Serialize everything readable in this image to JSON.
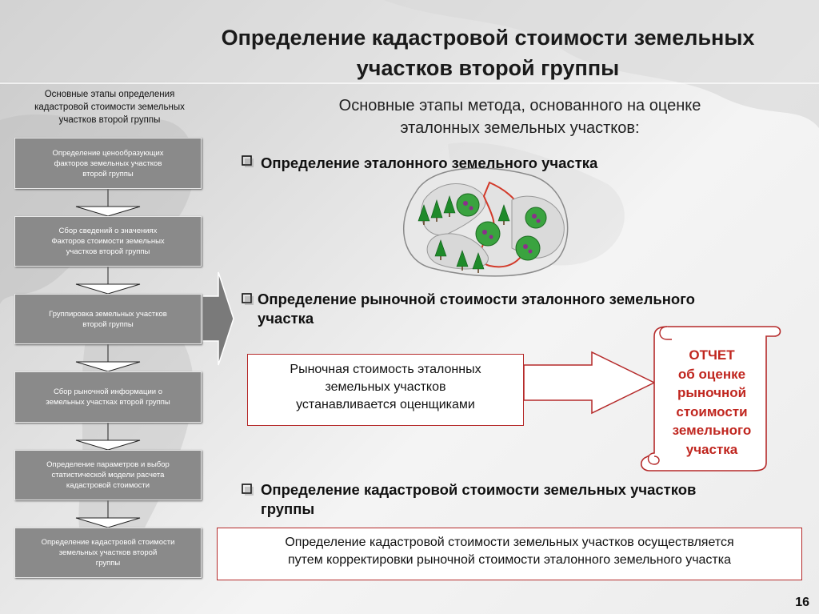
{
  "title": {
    "line1": "Определение кадастровой стоимости земельных",
    "line2": "участков второй группы"
  },
  "left_panel": {
    "heading_line1": "Основные этапы определения",
    "heading_line2": "кадастровой стоимости земельных",
    "heading_line3": "участков второй группы",
    "steps": [
      {
        "line1": "Определение ценообразующих",
        "line2": "факторов земельных участков",
        "line3": "второй группы"
      },
      {
        "line1": "Сбор сведений о значениях",
        "line2": "Факторов стоимости  земельных",
        "line3": "участков второй группы"
      },
      {
        "line1": "Группировка земельных участков",
        "line2": "второй группы",
        "line3": ""
      },
      {
        "line1": "Сбор рыночной информации о",
        "line2": "земельных участках второй группы",
        "line3": ""
      },
      {
        "line1": "Определение параметров и выбор",
        "line2": "статистической модели расчета",
        "line3": "кадастровой стоимости"
      },
      {
        "line1": "Определение кадастровой стоимости",
        "line2": "земельных участков второй",
        "line3": "группы"
      }
    ]
  },
  "subtitle": {
    "line1": "Основные этапы метода, основанного на оценке",
    "line2": "эталонных земельных участков:"
  },
  "items": {
    "item1": "Определение эталонного земельного участка",
    "item2_line1": "Определение рыночной стоимости эталонного земельного",
    "item2_line2": "участка",
    "item3_line1": "Определение кадастровой стоимости земельных участков",
    "item3_line2": "группы"
  },
  "market_box": {
    "line1": "Рыночная стоимость эталонных",
    "line2": "земельных участков",
    "line3": "устанавливается оценщиками"
  },
  "report": {
    "line1": "ОТЧЕТ",
    "line2": "об оценке",
    "line3": "рыночной",
    "line4": "стоимости",
    "line5": "земельного",
    "line6": "участка"
  },
  "bottom_box": {
    "line1": "Определение кадастровой стоимости земельных участков осуществляется",
    "line2": "путем корректировки рыночной стоимости эталонного земельного участка"
  },
  "page_number": "16",
  "colors": {
    "accent_red": "#c0261f",
    "step_fill": "#8a8a8a",
    "tree_green": "#1f8a2a"
  }
}
